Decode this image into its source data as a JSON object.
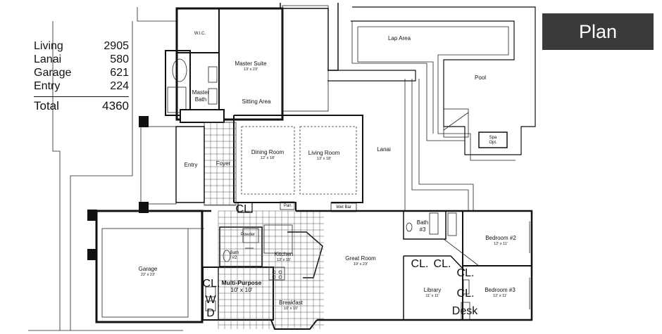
{
  "area_table": {
    "rows": [
      {
        "label": "Living",
        "value": "2905"
      },
      {
        "label": "Lanai",
        "value": "580"
      },
      {
        "label": "Garage",
        "value": "621"
      },
      {
        "label": "Entry",
        "value": "224"
      }
    ],
    "total": {
      "label": "Total",
      "value": "4360"
    }
  },
  "badge": "Plan",
  "rooms": {
    "wic": {
      "name": "W.I.C."
    },
    "master_bath": {
      "name": "Master\nBath"
    },
    "master_suite": {
      "name": "Master Suite",
      "dim": "13' x 23'"
    },
    "sitting_area": {
      "name": "Sitting Area"
    },
    "lap_area": {
      "name": "Lap Area"
    },
    "pool": {
      "name": "Pool"
    },
    "spa": {
      "name": "Spa",
      "sub": "Opt."
    },
    "dining_room": {
      "name": "Dining Room",
      "dim": "12' x 18'"
    },
    "living_room": {
      "name": "Living Room",
      "dim": "13' x 18'"
    },
    "lanai": {
      "name": "Lanai"
    },
    "entry": {
      "name": "Entry"
    },
    "foyer": {
      "name": "Foyer"
    },
    "powder": {
      "name": "Powder"
    },
    "pan": {
      "name": "Pan."
    },
    "wet_bar": {
      "name": "Wet Bar"
    },
    "bath2": {
      "name": "Bath",
      "num": "#2"
    },
    "kitchen": {
      "name": "Kitchen",
      "dim": "13' x 15'"
    },
    "multi_purpose": {
      "name": "Multi-Purpose",
      "dim": "10' x 10'"
    },
    "breakfast": {
      "name": "Breakfast",
      "dim": "10' x 10'"
    },
    "garage": {
      "name": "Garage",
      "dim": "22' x 23'"
    },
    "great_room": {
      "name": "Great Room",
      "dim": "19' x 23'"
    },
    "bath3": {
      "name": "Bath",
      "num": "#3"
    },
    "bedroom2": {
      "name": "Bedroom #2",
      "dim": "12' x 11'"
    },
    "bedroom3": {
      "name": "Bedroom #3",
      "dim": "12' x 11'"
    },
    "library": {
      "name": "Library",
      "dim": "11' x 11'"
    },
    "closet_short": "CL.",
    "desk": "Desk",
    "washer": "W",
    "dryer": "D"
  }
}
